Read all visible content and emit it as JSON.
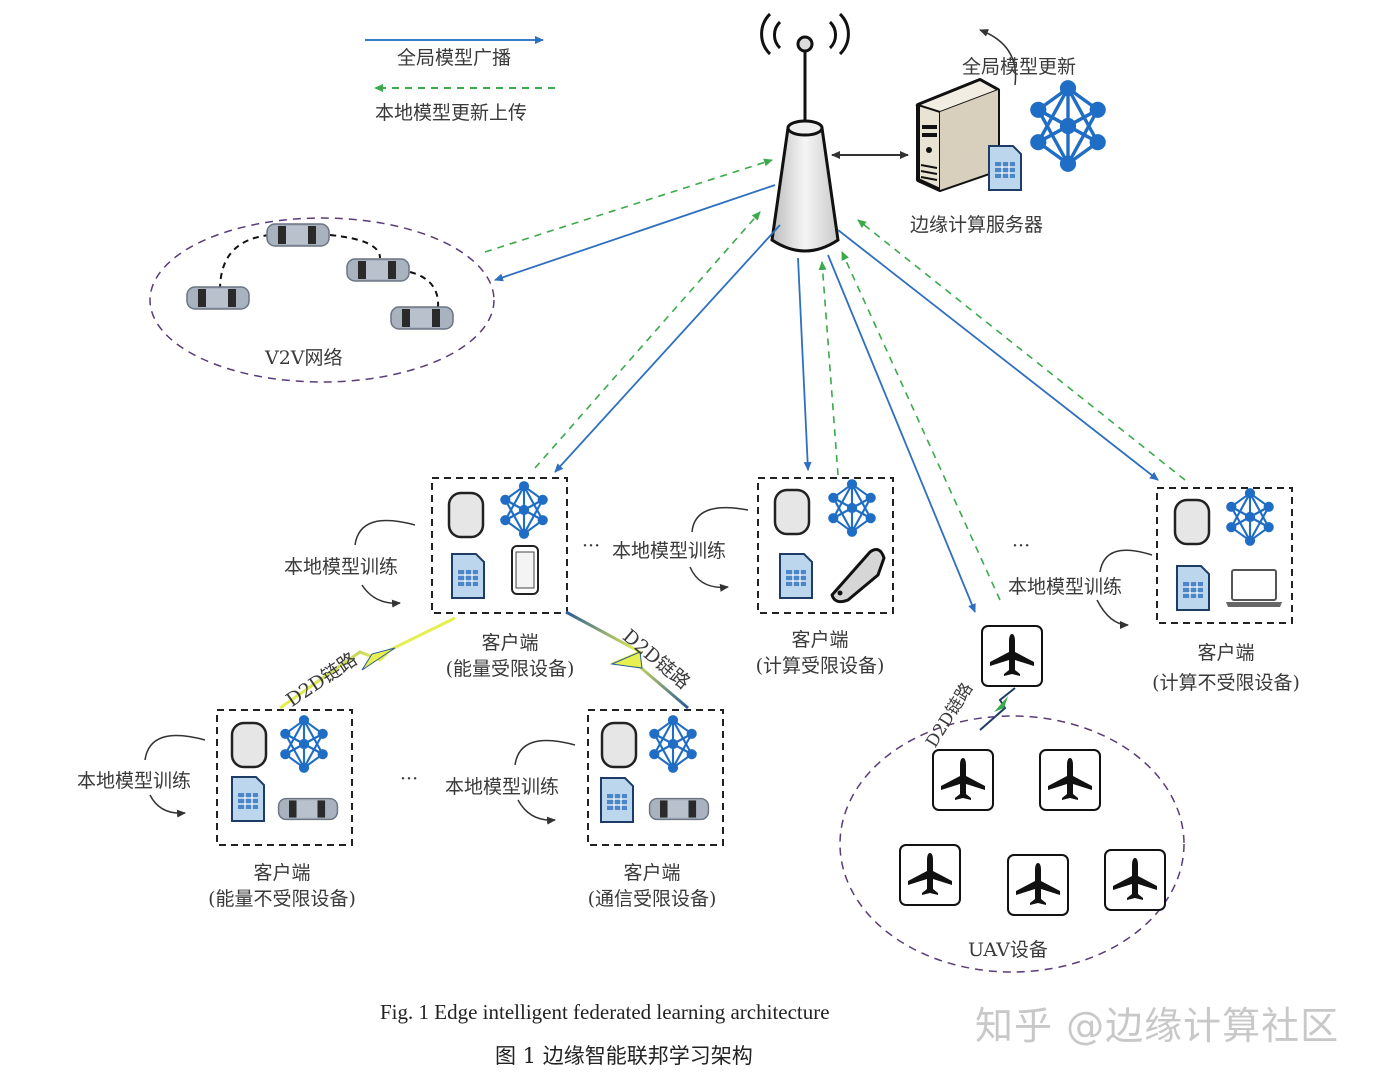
{
  "legend": {
    "broadcast_label": "全局模型广播",
    "upload_label": "本地模型更新上传",
    "broadcast_color": "#3a7bc8",
    "upload_color": "#3aaa4a"
  },
  "server": {
    "update_label": "全局模型更新",
    "name": "边缘计算服务器",
    "icons": [
      "server-icon",
      "data-table-icon",
      "neural-network-icon"
    ]
  },
  "base_station": {
    "icon": "antenna-tower-icon"
  },
  "v2v": {
    "label": "V2V网络",
    "vehicle_count": 4
  },
  "clients": [
    {
      "id": "energy-limited",
      "title": "客户端",
      "subtitle": "(能量受限设备)",
      "train_label": "本地模型训练",
      "device_icon": "smartphone-icon"
    },
    {
      "id": "compute-limited",
      "title": "客户端",
      "subtitle": "(计算受限设备)",
      "train_label": "本地模型训练",
      "device_icon": "mobile-phone-icon"
    },
    {
      "id": "compute-unlimited",
      "title": "客户端",
      "subtitle": "(计算不受限设备)",
      "train_label": "本地模型训练",
      "device_icon": "laptop-icon"
    },
    {
      "id": "energy-unlimited",
      "title": "客户端",
      "subtitle": "(能量不受限设备)",
      "train_label": "本地模型训练",
      "device_icon": "car-icon"
    },
    {
      "id": "comm-limited",
      "title": "客户端",
      "subtitle": "(通信受限设备)",
      "train_label": "本地模型训练",
      "device_icon": "car-icon"
    }
  ],
  "d2d_label": "D2D链路",
  "ellipsis": "···",
  "uav": {
    "label": "UAV设备",
    "count": 5
  },
  "caption": {
    "en": "Fig. 1    Edge intelligent federated learning architecture",
    "zh": "图 1    边缘智能联邦学习架构"
  },
  "watermark": "知乎 @边缘计算社区"
}
